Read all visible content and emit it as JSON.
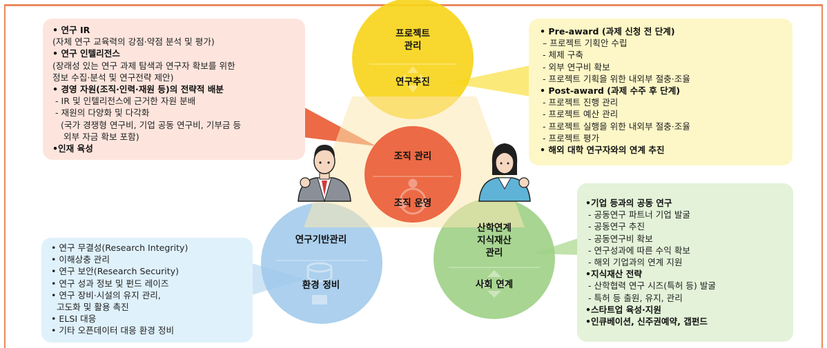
{
  "colors": {
    "frame": "#e98a5c",
    "org_circle": "#ec6a45",
    "project_circle": "#f7d417",
    "infra_circle": "#9dc8ea",
    "industry_circle": "#9fd086",
    "ir_box": "#fde5de",
    "award_box": "#fdf7c7",
    "env_box": "#dff1fb",
    "industry_box": "#e3f2d8"
  },
  "circles": {
    "project_top": "프로젝트\n관리",
    "project_bottom": "연구추진",
    "org_top": "조직 관리",
    "org_bottom": "조직 운영",
    "infra_top": "연구기반관리",
    "infra_bottom": "환경 정비",
    "industry_top": "산학연계\n지식재산\n관리",
    "industry_bottom": "사회 연계"
  },
  "box_research": [
    {
      "text": "• 연구 IR",
      "bold": true
    },
    {
      "text": "(자체 연구 교육력의 강점·약점 분석 및 평가)",
      "bold": false
    },
    {
      "text": "• 연구 인텔리전스",
      "bold": true
    },
    {
      "text": "(장래성 있는 연구 과제 탐색과 연구자 확보를 위한",
      "bold": false
    },
    {
      "text": "정보 수집·분석 및 연구전략 제안)",
      "bold": false
    },
    {
      "text": "• 경영 자원(조직·인력·재원 등)의 전략적 배분",
      "bold": true
    },
    {
      "text": " - IR 및 인텔리전스에 근거한 자원 분배",
      "bold": false
    },
    {
      "text": " - 재원의 다양화 및 다각화",
      "bold": false
    },
    {
      "text": "   (국가 경쟁형 연구비, 기업 공동 연구비, 기부금 등",
      "bold": false
    },
    {
      "text": "    외부 자금 확보 포함)",
      "bold": false
    },
    {
      "text": "•인재 육성",
      "bold": true
    }
  ],
  "box_award": [
    {
      "text": "• Pre-award (과제 신청 전 단계)",
      "bold": true
    },
    {
      "text": " – 프로젝트 기획안 수립",
      "bold": false
    },
    {
      "text": " - 체제 구축",
      "bold": false
    },
    {
      "text": " - 외부 연구비 확보",
      "bold": false
    },
    {
      "text": " - 프로젝트 기획을 위한 내외부 절충·조율",
      "bold": false
    },
    {
      "text": "• Post-award (과제 수주 후 단계)",
      "bold": true
    },
    {
      "text": " - 프로젝트 진행 관리",
      "bold": false
    },
    {
      "text": " - 프로젝트 예산 관리",
      "bold": false
    },
    {
      "text": " - 프로젝트 실행을 위한 내외부 절충·조율",
      "bold": false
    },
    {
      "text": " - 프로젝트 평가",
      "bold": false
    },
    {
      "text": "• 해외 대학 연구자와의 연계 추진",
      "bold": true
    }
  ],
  "box_env": [
    {
      "text": "• 연구 무결성(Research Integrity)",
      "bold": false
    },
    {
      "text": "• 이해상충 관리",
      "bold": false
    },
    {
      "text": "• 연구 보안(Research Security)",
      "bold": false
    },
    {
      "text": "• 연구 성과 정보 및 펀드 레이즈",
      "bold": false
    },
    {
      "text": "• 연구 장비·시설의 유지 관리,",
      "bold": false
    },
    {
      "text": "  고도화 및 활용 촉진",
      "bold": false
    },
    {
      "text": "• ELSI 대응",
      "bold": false
    },
    {
      "text": "• 기타 오픈데이터 대응 환경 정비",
      "bold": false
    }
  ],
  "box_industry": [
    {
      "text": "•기업 등과의 공동 연구",
      "bold": true
    },
    {
      "text": " - 공동연구 파트너 기업 발굴",
      "bold": false
    },
    {
      "text": " - 공동연구 추진",
      "bold": false
    },
    {
      "text": " - 공동연구비 확보",
      "bold": false
    },
    {
      "text": " - 연구성과에 따른 수익 확보",
      "bold": false
    },
    {
      "text": " - 해외 기업과의 연계 지원",
      "bold": false
    },
    {
      "text": "•지식재산 전략",
      "bold": true
    },
    {
      "text": " - 산학협력 연구 시즈(특허 등) 발굴",
      "bold": false
    },
    {
      "text": " - 특허 등 출원, 유지, 관리",
      "bold": false
    },
    {
      "text": "•스타트업 육성·지원",
      "bold": true
    },
    {
      "text": "•인큐베이션, 신주권예약, 갭펀드",
      "bold": true
    }
  ]
}
